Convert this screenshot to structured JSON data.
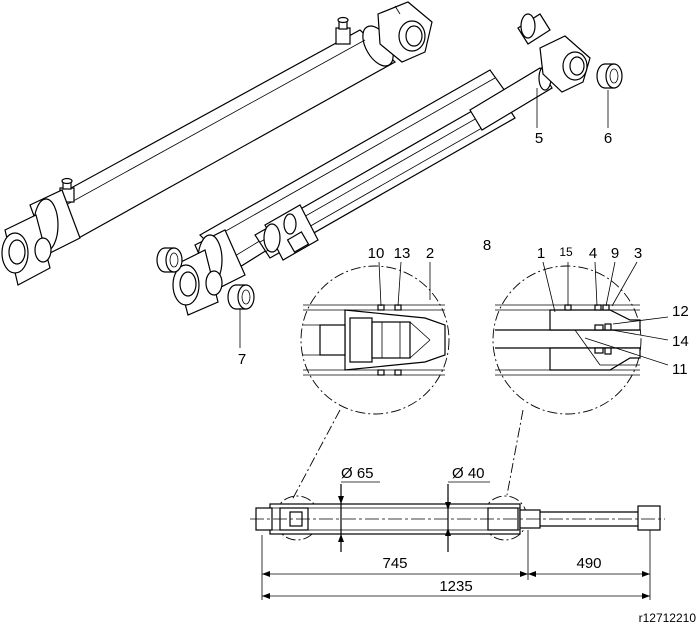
{
  "callouts": {
    "rod": "5",
    "bushing_rod": "6",
    "bushing_barrel": "7",
    "cylinder_group": "8",
    "nut": "1",
    "seal_15": "15",
    "seal_4": "4",
    "ring_9": "9",
    "wiper": "3",
    "guide_ring_10": "10",
    "seal_13": "13",
    "piston": "2",
    "o_ring_12": "12",
    "back_ring_14": "14",
    "bearing_11": "11"
  },
  "dimensions": {
    "bore_diameter": "Ø 65",
    "rod_diameter": "Ø 40",
    "retracted_length": "745",
    "stroke": "490",
    "total_length": "1235"
  },
  "reference_number": "r12712210"
}
